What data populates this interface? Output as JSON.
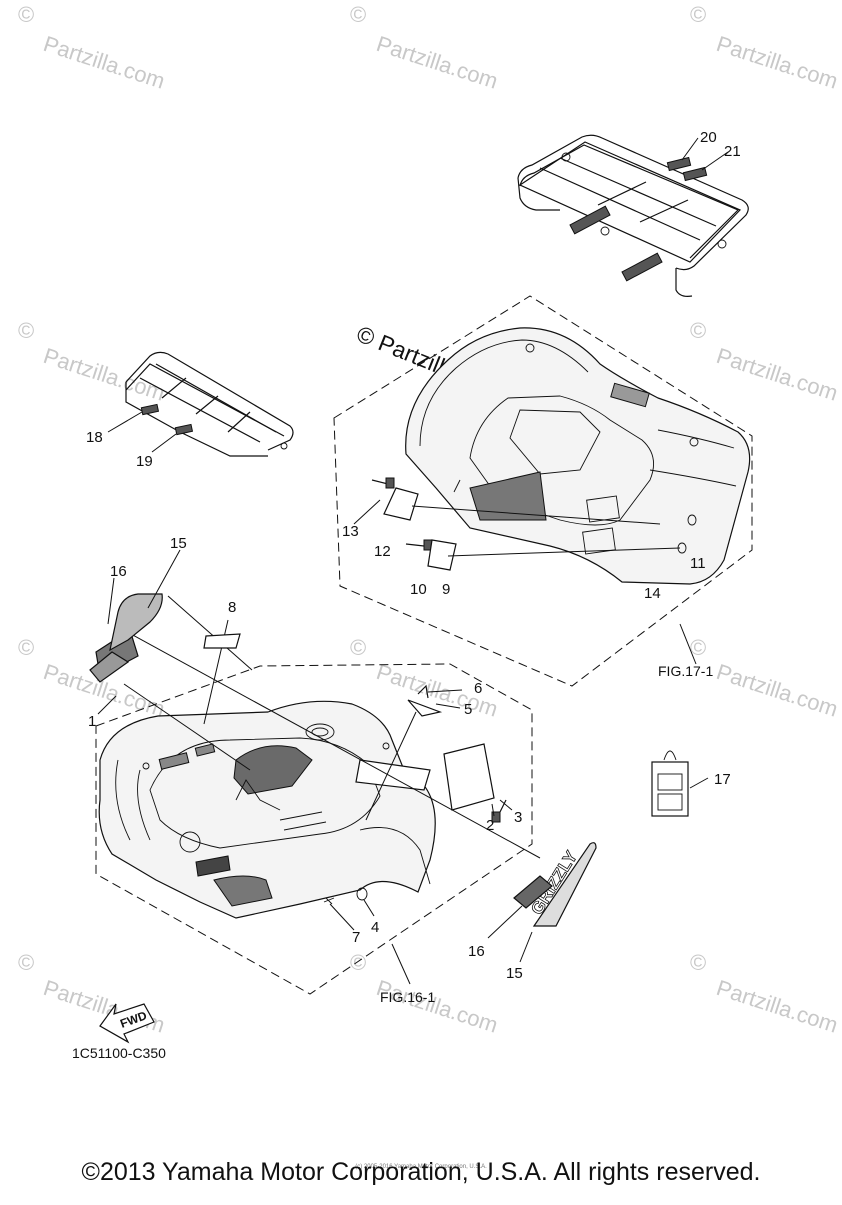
{
  "watermark": {
    "text": "Partzilla.com",
    "symbol": "©"
  },
  "center_watermark": "© Partzilla.com",
  "callouts": [
    "1",
    "2",
    "3",
    "4",
    "5",
    "6",
    "7",
    "8",
    "9",
    "10",
    "11",
    "12",
    "13",
    "14",
    "15",
    "15",
    "16",
    "16",
    "17",
    "18",
    "19",
    "20",
    "21"
  ],
  "figure_refs": [
    "FIG.17-1",
    "FIG.16-1"
  ],
  "direction_label": "FWD",
  "diagram_code": "1C51100-C350",
  "tiny_credit": "(c) 2005-2016 Yamaha Motor Corporation, U.S.A.",
  "copyright": "©2013 Yamaha Motor Corporation, U.S.A. All rights reserved.",
  "decal_text": {
    "grizzly": "GRIZZLY"
  }
}
